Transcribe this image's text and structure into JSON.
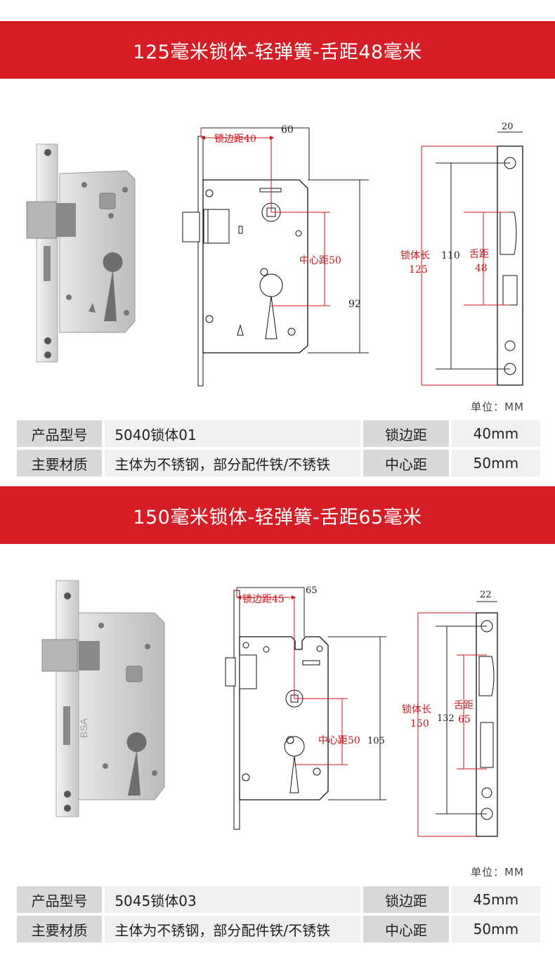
{
  "sections": [
    {
      "banner": "125毫米锁体-轻弹簧-舌距48毫米",
      "front": {
        "backset_label": "锁边距40",
        "total_width": "60",
        "center_label": "中心距50",
        "height": "92"
      },
      "side": {
        "thickness": "20",
        "length_label": "锁体长",
        "length_value": "125",
        "inner_length": "110",
        "latch_label": "舌距",
        "latch_value": "48"
      },
      "unit": "单位：MM",
      "spec": {
        "model_label": "产品型号",
        "model_value": "5040锁体01",
        "backset_label": "锁边距",
        "backset_value": "40mm",
        "material_label": "主要材质",
        "material_value": "主体为不锈钢，部分配件铁/不锈铁",
        "center_label": "中心距",
        "center_value": "50mm"
      }
    },
    {
      "banner": "150毫米锁体-轻弹簧-舌距65毫米",
      "front": {
        "backset_label": "锁边距45",
        "total_width": "65",
        "center_label": "中心距50",
        "height": "105"
      },
      "side": {
        "thickness": "22",
        "length_label": "锁体长",
        "length_value": "150",
        "inner_length": "132",
        "latch_label": "舌距",
        "latch_value": "65"
      },
      "photo_text": "BSA",
      "unit": "单位：MM",
      "spec": {
        "model_label": "产品型号",
        "model_value": "5045锁体03",
        "backset_label": "锁边距",
        "backset_value": "45mm",
        "material_label": "主要材质",
        "material_value": "主体为不锈钢，部分配件铁/不锈铁",
        "center_label": "中心距",
        "center_value": "50mm"
      }
    }
  ],
  "colors": {
    "banner": "#d41d24",
    "dimension_red": "#c8141c"
  }
}
